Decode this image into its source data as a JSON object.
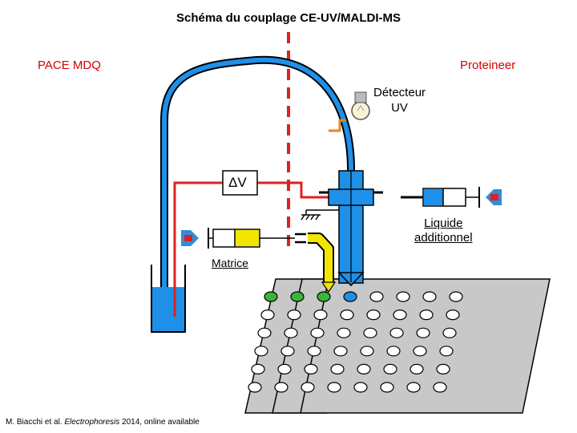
{
  "title": "Schéma du couplage CE-UV/MALDI-MS",
  "left_instrument": "PACE MDQ",
  "right_instrument": "Proteineer",
  "detector_label_line1": "Détecteur",
  "detector_label_line2": "UV",
  "voltage_label": "ΔV",
  "liquid_label_line1": "Liquide",
  "liquid_label_line2": "additionnel",
  "matrix_label": "Matrice",
  "credit": {
    "authors": "M. Biacchi et al. ",
    "journal": "Electrophoresis",
    "details": " 2014, online available"
  },
  "colors": {
    "capillary_blue": "#1e90e8",
    "electrode_red": "#e02020",
    "matrix_yellow": "#f2e600",
    "sample_green": "#3cb43c",
    "plate_grey": "#c0c0c0",
    "arrow_blue": "#2e8fd8",
    "arrow_red": "#e02020"
  }
}
